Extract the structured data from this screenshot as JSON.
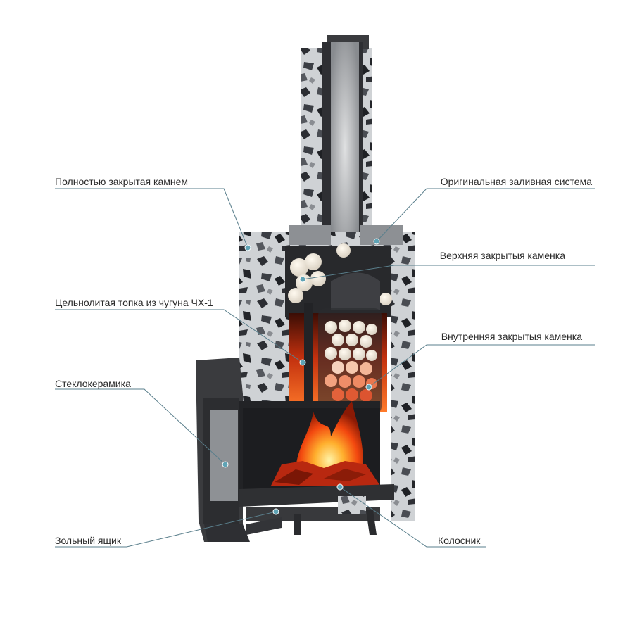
{
  "labels": {
    "fully_covered": "Полностью закрытая камнем",
    "pour_system": "Оригинальная заливная система",
    "upper_heater": "Верхняя закрытыя каменка",
    "cast_firebox": "Цельнолитая топка из чугуна ЧХ-1",
    "inner_heater": "Внутренняя закрытыя каменка",
    "glass_ceramic": "Стеклокерамика",
    "ash_box": "Зольный ящик",
    "grate": "Колосник"
  },
  "colors": {
    "leader_line": "#5a7f8c",
    "dot": "#5fa3b5",
    "stone_light": "#d4d6d8",
    "stone_dark": "#2a2c30",
    "iron": "#3a3b3e",
    "fire": "#ff5a1f"
  }
}
